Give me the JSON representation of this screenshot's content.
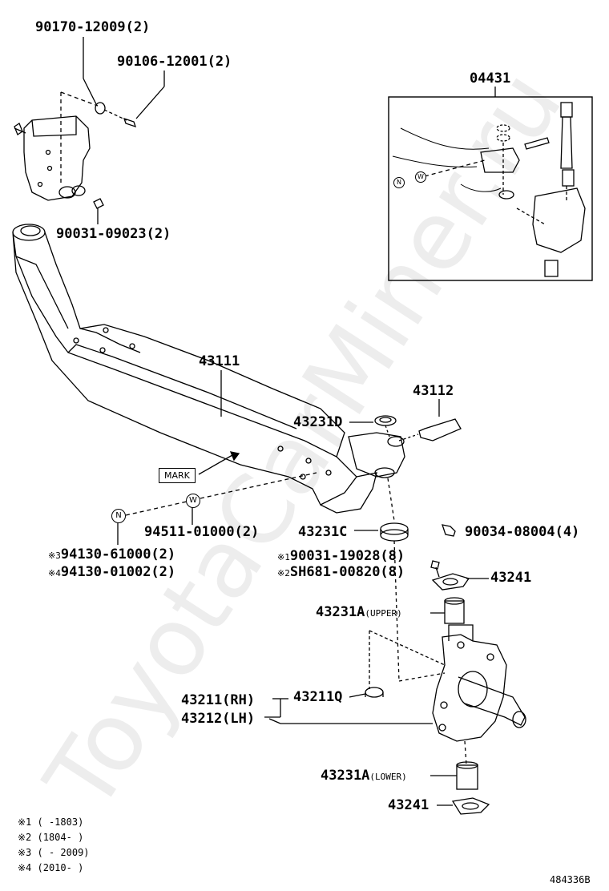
{
  "watermark": "ToyotaCarMiner.ru",
  "diagram_code": "484336B",
  "mark_label": "MARK",
  "symbols": {
    "n": "N",
    "w": "W"
  },
  "parts": {
    "bolt_upper": "90170-12009(2)",
    "plug": "90106-12001(2)",
    "bolt_lower": "90031-09023(2)",
    "kit": "04431",
    "axle_beam": "43111",
    "king_pin": "43112",
    "washer_d": "43231D",
    "washer_c": "43231C",
    "washer_w": "94511-01000(2)",
    "nut_3": "94130-61000(2)",
    "nut_4": "94130-01002(2)",
    "grease_fitting": "90034-08004(4)",
    "bolt_1": "90031-19028(8)",
    "bolt_2": "SH681-00820(8)",
    "cover_upper": "43241",
    "bushing_upper": "43231A",
    "bushing_upper_note": "(UPPER)",
    "shim": "43211Q",
    "knuckle_rh": "43211(RH)",
    "knuckle_lh": "43212(LH)",
    "bushing_lower": "43231A",
    "bushing_lower_note": "(LOWER)",
    "cover_lower": "43241"
  },
  "markers": {
    "m1": "※1",
    "m2": "※2",
    "m3": "※3",
    "m4": "※4"
  },
  "notes": [
    "※1 (     -1803)",
    "※2 (1804-     )",
    "※3 (     - 2009)",
    "※4 (2010-      )"
  ]
}
